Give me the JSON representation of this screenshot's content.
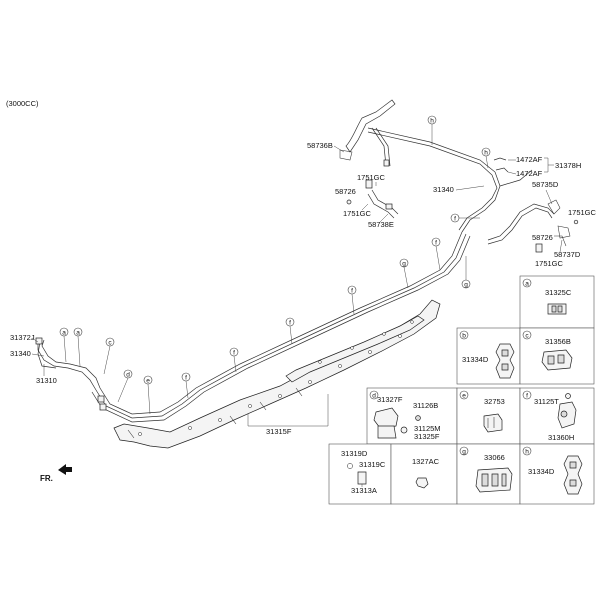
{
  "header": {
    "engine": "(3000CC)"
  },
  "front_marker": {
    "label": "FR."
  },
  "main_labels": {
    "l58736B": "58736B",
    "l1751GC_a": "1751GC",
    "l58726_a": "58726",
    "l1751GC_b": "1751GC",
    "l58738E": "58738E",
    "l31340_top": "31340",
    "l1472AF_a": "1472AF",
    "l31378H": "31378H",
    "l1472AF_b": "1472AF",
    "l58735D": "58735D",
    "l1751GC_c": "1751GC",
    "l58726_b": "58726",
    "l58737D": "58737D",
    "l1751GC_d": "1751GC",
    "l31372J": "31372J",
    "l31340_left": "31340",
    "l31310": "31310",
    "l31315F": "31315F"
  },
  "callouts": {
    "h1": "h",
    "h2": "h",
    "f_top": "f",
    "f_r1": "f",
    "g_mid": "g",
    "g_r": "g",
    "f_2": "f",
    "f_3": "f",
    "f_4": "f",
    "f_5": "f",
    "a_1": "a",
    "a_2": "a",
    "c_1": "c",
    "d_1": "d",
    "e_1": "e"
  },
  "detail_boxes": {
    "a": {
      "letter": "a",
      "parts": [
        "31325C"
      ]
    },
    "b": {
      "letter": "b",
      "parts": [
        "31334D"
      ]
    },
    "c": {
      "letter": "c",
      "parts": [
        "31356B"
      ]
    },
    "d": {
      "letter": "d",
      "parts": [
        "31327F",
        "31126B",
        "31125M",
        "31325F"
      ]
    },
    "e": {
      "letter": "e",
      "parts": [
        "32753"
      ]
    },
    "f": {
      "letter": "f",
      "parts": [
        "31125T",
        "31360H"
      ]
    },
    "g": {
      "letter": "g",
      "parts": [
        "33066"
      ]
    },
    "h": {
      "letter": "h",
      "parts": [
        "31334D"
      ]
    },
    "u1": {
      "parts": [
        "31319D",
        "31319C",
        "31313A"
      ]
    },
    "u2": {
      "parts": [
        "1327AC"
      ]
    }
  }
}
